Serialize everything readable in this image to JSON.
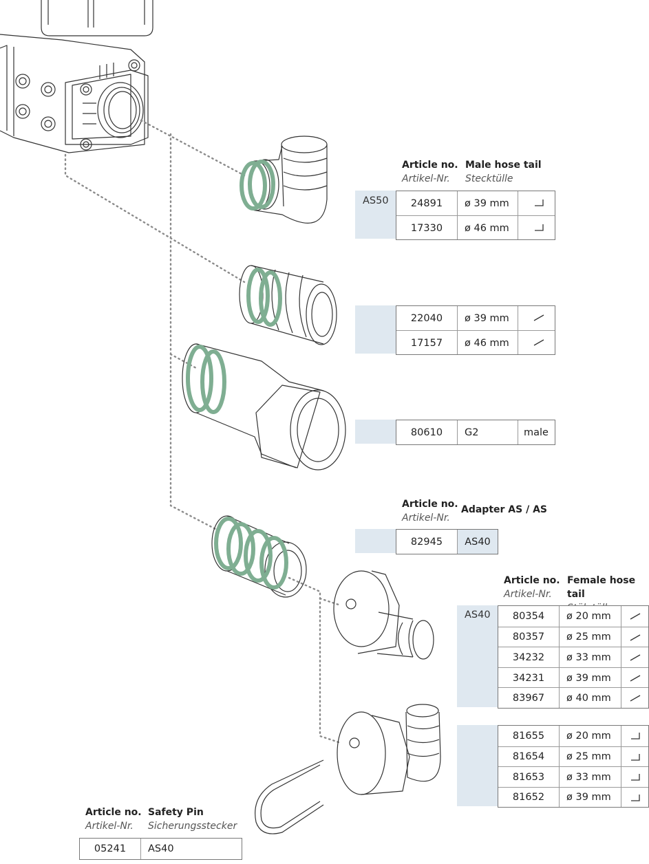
{
  "sections": {
    "male_hose_tail": {
      "header": {
        "article_en": "Article no.",
        "article_de": "Artikel-Nr.",
        "title_en": "Male hose tail",
        "title_de": "Stecktülle"
      },
      "coupling": "AS50",
      "group_angled": [
        {
          "article": "24891",
          "size": "ø 39 mm",
          "shape": "angled-icon"
        },
        {
          "article": "17330",
          "size": "ø 46 mm",
          "shape": "angled-icon"
        }
      ],
      "group_straight": [
        {
          "article": "22040",
          "size": "ø 39 mm",
          "shape": "straight-icon"
        },
        {
          "article": "17157",
          "size": "ø 46 mm",
          "shape": "straight-icon"
        }
      ],
      "thread": {
        "article": "80610",
        "size": "G2",
        "type": "male"
      }
    },
    "adapter": {
      "header": {
        "article_en": "Article no.",
        "article_de": "Artikel-Nr.",
        "title_en": "Adapter AS / AS"
      },
      "row": {
        "article": "82945",
        "coupling": "AS40"
      }
    },
    "female_hose_tail": {
      "header": {
        "article_en": "Article no.",
        "article_de": "Artikel-Nr.",
        "title_en": "Female hose tail",
        "title_de": "Stülptülle"
      },
      "coupling": "AS40",
      "group_straight": [
        {
          "article": "80354",
          "size": "ø 20 mm",
          "shape": "straight-icon"
        },
        {
          "article": "80357",
          "size": "ø 25 mm",
          "shape": "straight-icon"
        },
        {
          "article": "34232",
          "size": "ø 33 mm",
          "shape": "straight-icon"
        },
        {
          "article": "34231",
          "size": "ø 39 mm",
          "shape": "straight-icon"
        },
        {
          "article": "83967",
          "size": "ø 40 mm",
          "shape": "straight-icon"
        }
      ],
      "group_angled": [
        {
          "article": "81655",
          "size": "ø 20 mm",
          "shape": "angled-icon"
        },
        {
          "article": "81654",
          "size": "ø 25 mm",
          "shape": "angled-icon"
        },
        {
          "article": "81653",
          "size": "ø 33 mm",
          "shape": "angled-icon"
        },
        {
          "article": "81652",
          "size": "ø 39 mm",
          "shape": "angled-icon"
        }
      ]
    },
    "safety_pin": {
      "header": {
        "article_en": "Article no.",
        "article_de": "Artikel-Nr.",
        "title_en": "Safety Pin",
        "title_de": "Sicherungsstecker"
      },
      "row": {
        "article": "05241",
        "coupling": "AS40"
      }
    }
  },
  "colors": {
    "band": "#dfe8f0",
    "seal_ring": "#7fae92",
    "line_art": "#333333",
    "leader": "#8a8a8a"
  }
}
